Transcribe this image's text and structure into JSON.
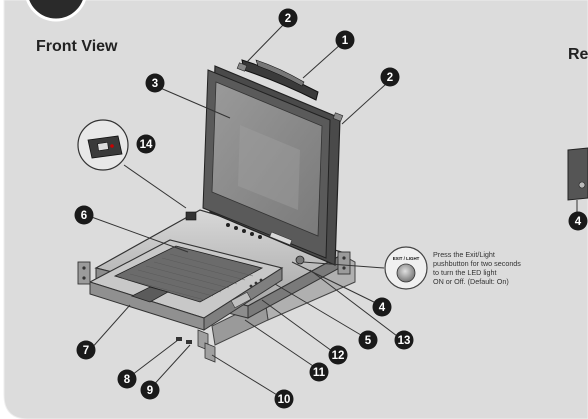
{
  "front_view_title": "Front View",
  "rear_view_title": "Re",
  "exit_light_label": "EXIT / LIGHT",
  "note_lines": [
    "Press the Exit/Light",
    "pushbutton for two seconds",
    "to turn the LED light",
    "ON or Off. (Default: On)"
  ],
  "callouts": [
    "1",
    "2",
    "2",
    "3",
    "4",
    "5",
    "6",
    "7",
    "8",
    "9",
    "10",
    "11",
    "12",
    "13",
    "14"
  ],
  "rear_callout": "4",
  "colors": {
    "panel_bg": "#dcdcdc",
    "panel_border": "#f2f2f2",
    "callout_fill": "#1a1a1a",
    "device_dark": "#444444",
    "screen": "#8c8c8c"
  }
}
